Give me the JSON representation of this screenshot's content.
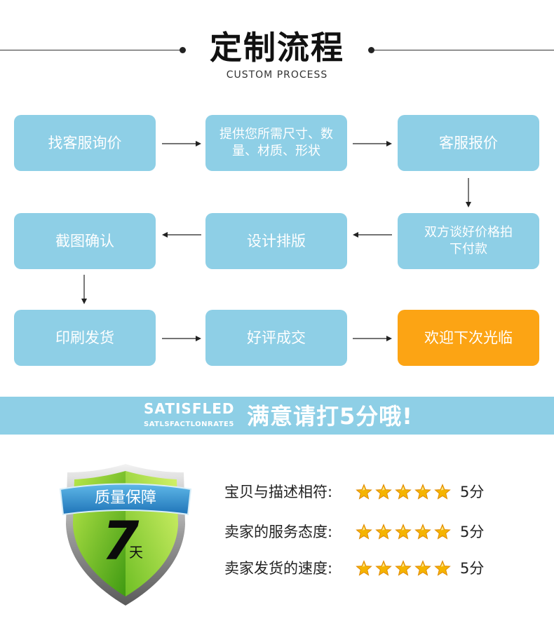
{
  "header": {
    "title": "定制流程",
    "subtitle": "CUSTOM PROCESS"
  },
  "steps": [
    {
      "label": "找客服询价"
    },
    {
      "label": "提供您所需尺寸、数量、材质、形状"
    },
    {
      "label": "客服报价"
    },
    {
      "label": "双方谈好价格拍下付款"
    },
    {
      "label": "设计排版"
    },
    {
      "label": "截图确认"
    },
    {
      "label": "印刷发货"
    },
    {
      "label": "好评成交"
    },
    {
      "label": "欢迎下次光临"
    }
  ],
  "banner": {
    "en_main": "SATISFLED",
    "en_sub": "SATLSFACTLONRATE5",
    "cn": "满意请打5分哦!"
  },
  "guarantee": {
    "label": "质量保障",
    "number": "7",
    "unit": "天"
  },
  "ratings": [
    {
      "label": "宝贝与描述相符:",
      "stars": 5,
      "score": "5分"
    },
    {
      "label": "卖家的服务态度:",
      "stars": 5,
      "score": "5分"
    },
    {
      "label": "卖家发货的速度:",
      "stars": 5,
      "score": "5分"
    }
  ],
  "colors": {
    "box": "#8ecfe6",
    "highlight": "#fca414",
    "banner": "#8ecfe6",
    "star": "#f5b400"
  }
}
